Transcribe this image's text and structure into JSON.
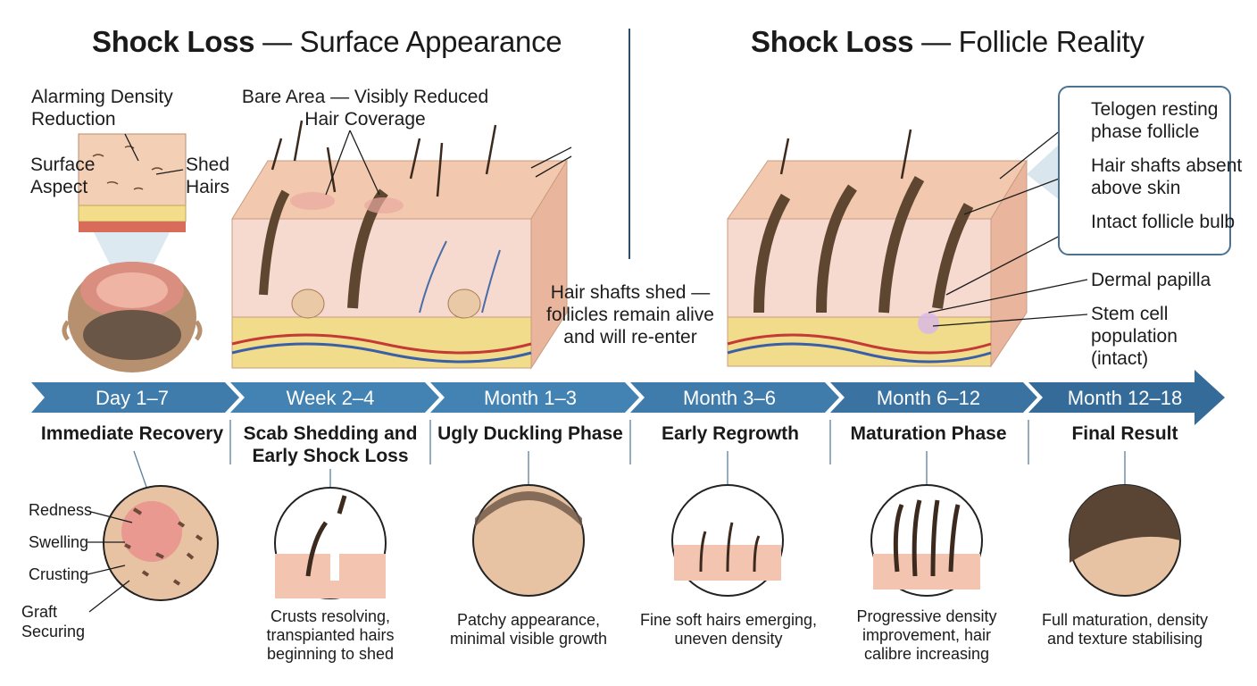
{
  "titles": {
    "left_bold": "Shock Loss",
    "left_rest": "— Surface Appearance",
    "right_bold": "Shock Loss",
    "right_rest": "— Follicle Reality"
  },
  "left_labels": {
    "density": "Alarming Density\nReduction",
    "surface": "Surface\nAspect",
    "shed": "Shed\nHairs",
    "bare": "Bare Area — Visibly Reduced\nHair Coverage"
  },
  "center_note": "Hair shafts shed —\nfollicles remain alive\nand will re-enter",
  "right_labels": {
    "telogen": "Telogen resting\nphase follicle",
    "absent": "Hair shafts absent\nabove skin",
    "bulb": "Intact follicle bulb",
    "papilla": "Dermal papilla",
    "stem": "Stem cell\npopulation\n(intact)"
  },
  "timeline": [
    {
      "period": "Day 1–7",
      "title": "Immediate Recovery",
      "caption": ""
    },
    {
      "period": "Week 2–4",
      "title": "Scab Shedding and\nEarly Shock Loss",
      "caption": "Crusts resolving,\ntranspianted hairs\nbeginning to shed"
    },
    {
      "period": "Month 1–3",
      "title": "Ugly Duckling Phase",
      "caption": "Patchy appearance,\nminimal visible growth"
    },
    {
      "period": "Month 3–6",
      "title": "Early Regrowth",
      "caption": "Fine soft hairs emerging,\nuneven density"
    },
    {
      "period": "Month 6–12",
      "title": "Maturation Phase",
      "caption": "Progressive density\nimprovement, hair\ncalibre increasing"
    },
    {
      "period": "Month 12–18",
      "title": "Final Result",
      "caption": "Full maturation, density\nand texture stabilising"
    }
  ],
  "day1_labels": {
    "redness": "Redness",
    "swelling": "Swelling",
    "crusting": "Crusting",
    "graft": "Graft\nSecuring"
  },
  "colors": {
    "arrow_band": "#3f7bab",
    "skin": "#f2c9ae",
    "dermis": "#f6d9cf",
    "fat": "#f1dc8c",
    "follicle": "#5e4630"
  }
}
